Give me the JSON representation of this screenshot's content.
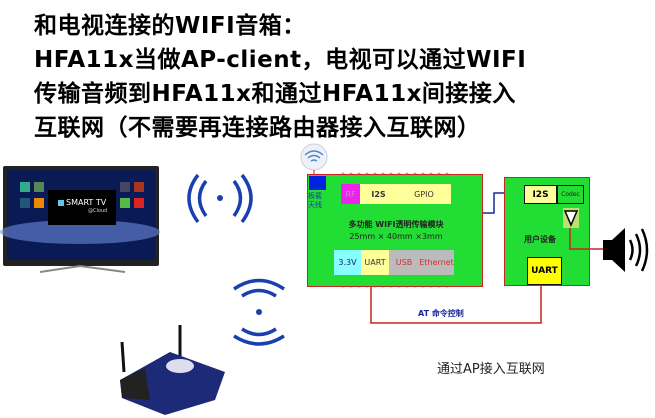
{
  "heading": {
    "line1": "和电视连接的WIFI音箱：",
    "line2": "HFA11x当做AP-client，电视可以通过WIFI",
    "line3": "传输音频到HFA11x和通过HFA11x间接接入",
    "line4": "互联网（不需要再连接路由器接入互联网）"
  },
  "tv": {
    "brand": "SMART TV",
    "sub": "@Cloud"
  },
  "module": {
    "antenna_label": "板载天线",
    "top_ports": [
      "RF",
      "I2S",
      "GPIO"
    ],
    "title": "多功能 WIFI透明传输模块",
    "size": "25mm × 40mm ×3mm",
    "bottom_ports": [
      "3.3V",
      "UART",
      "USB",
      "Ethernet"
    ]
  },
  "user_device": {
    "i2s": "I2S",
    "codec": "Codec",
    "label": "用户设备",
    "uart": "UART"
  },
  "at_control": "AT 命令控制",
  "caption": "通过AP接入互联网",
  "colors": {
    "board": "#22dd33",
    "border": "#cc2222",
    "port_yellow": "#ffff99",
    "rf": "#ee22ee",
    "blue_line": "#1a2a9a",
    "red_line": "#cc2222"
  }
}
